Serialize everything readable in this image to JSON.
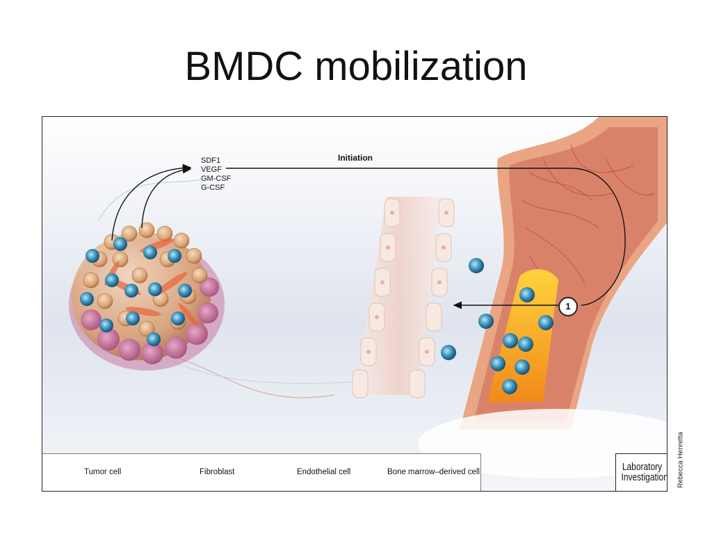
{
  "title": "BMDC mobilization",
  "diagram": {
    "factors": [
      "SDF1",
      "VEGF",
      "GM-CSF",
      "G-CSF"
    ],
    "stage_label": "Initiation",
    "step_number": "1"
  },
  "legend": {
    "items": [
      {
        "icon": "tumor-cell-icon",
        "label": "Tumor cell"
      },
      {
        "icon": "fibroblast-icon",
        "label": "Fibroblast"
      },
      {
        "icon": "endothelial-cell-icon",
        "label": "Endothelial cell"
      },
      {
        "icon": "bone-marrow-derived-cell-icon",
        "label": "Bone marrow–derived cell"
      }
    ]
  },
  "journal": {
    "line1": "Laboratory",
    "line2": "Investigation"
  },
  "credit": "Rebecca Henretta",
  "colors": {
    "bone": "#d9826a",
    "marrow": "#f5b10f",
    "bmdc": "#2a7fa8",
    "tumor": "#c98a5c",
    "background": "#e9ecf2"
  }
}
